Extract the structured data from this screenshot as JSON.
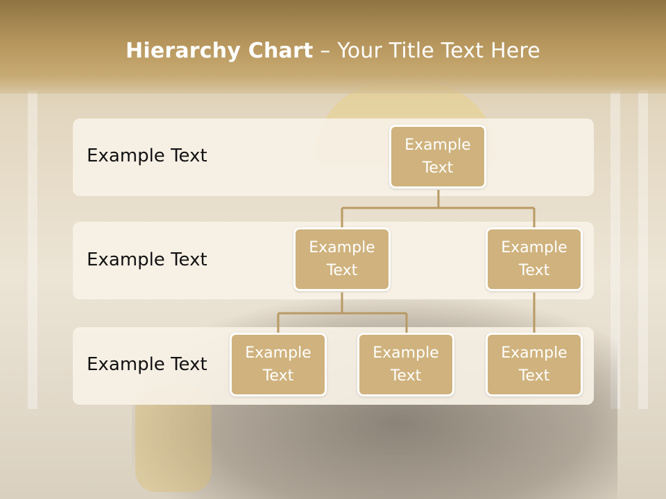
{
  "title": {
    "bold": "Hierarchy Chart",
    "separator": " – ",
    "rest": "Your Title Text Here"
  },
  "levels": [
    {
      "label": "Example Text"
    },
    {
      "label": "Example Text"
    },
    {
      "label": "Example Text"
    }
  ],
  "nodes": {
    "root": {
      "line1": "Example",
      "line2": "Text"
    },
    "level2_left": {
      "line1": "Example",
      "line2": "Text"
    },
    "level2_right": {
      "line1": "Example",
      "line2": "Text"
    },
    "level3_a": {
      "line1": "Example",
      "line2": "Text"
    },
    "level3_b": {
      "line1": "Example",
      "line2": "Text"
    },
    "level3_c": {
      "line1": "Example",
      "line2": "Text"
    }
  },
  "colors": {
    "node_fill": "#cfb27d",
    "node_border": "#ffffff",
    "connector": "#b89a64",
    "row_fill": "#f7f1e6",
    "header": "#a88b55"
  }
}
